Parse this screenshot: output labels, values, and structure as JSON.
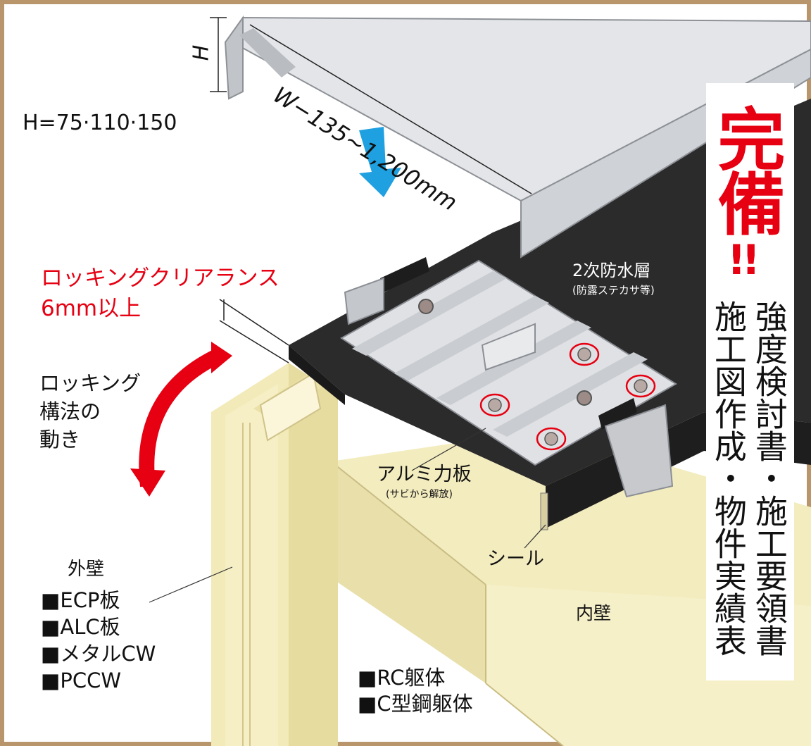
{
  "dimensions": {
    "height_label": "H",
    "height_values": "H=75·110·150",
    "width_label": "W−135~1,200mm"
  },
  "labels": {
    "clearance_line1": "ロッキングクリアランス",
    "clearance_line2": "6mm以上",
    "motion_line1": "ロッキング",
    "motion_line2": "構法の",
    "motion_line3": "動き",
    "secondary_waterproof": "2次防水層",
    "secondary_waterproof_note": "(防露ステカサ等)",
    "aluminum_plate": "アルミ力板",
    "aluminum_plate_note": "(サビから解放)",
    "seal": "シール",
    "interior_wall": "内壁"
  },
  "exterior_wall": {
    "heading": "外壁",
    "items": [
      "■ECP板",
      "■ALC板",
      "■メタルCW",
      "■PCCW"
    ]
  },
  "structure": {
    "items": [
      "■RC躯体",
      "■C型鋼躯体"
    ]
  },
  "badge": {
    "headline": "完備",
    "exclaim": "!!",
    "column_right": "強度検討書・施工要領書",
    "column_left": "施工図作成・物件実績表"
  },
  "colors": {
    "frame_border": "#b8956a",
    "accent_red": "#e60012",
    "arrow_blue": "#1fa0e0",
    "wall_cream": "#f5efc4",
    "membrane_black": "#2a2a2a",
    "coping_silver": "#d6d8dc"
  }
}
